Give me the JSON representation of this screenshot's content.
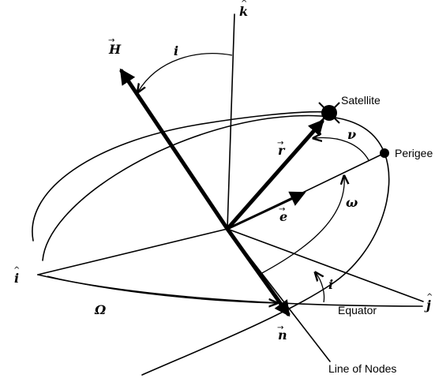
{
  "labels": {
    "k_hat": "k",
    "k_hat_mark": "^",
    "H_vec": "H",
    "H_vec_mark": "→",
    "i_top": "i",
    "satellite": "Satellite",
    "r_vec": "r",
    "r_vec_mark": "→",
    "nu": "ν",
    "perigee": "Perigee",
    "e_vec": "e",
    "e_vec_mark": "→",
    "omega": "ω",
    "i_hat": "i",
    "i_hat_mark": "^",
    "Omega": "Ω",
    "n_vec": "n",
    "n_vec_mark": "→",
    "i_bottom": "i",
    "equator": "Equator",
    "j_hat": "j",
    "j_hat_mark": "^",
    "line_of_nodes": "Line of Nodes"
  },
  "colors": {
    "ink": "#000000",
    "background": "#ffffff"
  }
}
